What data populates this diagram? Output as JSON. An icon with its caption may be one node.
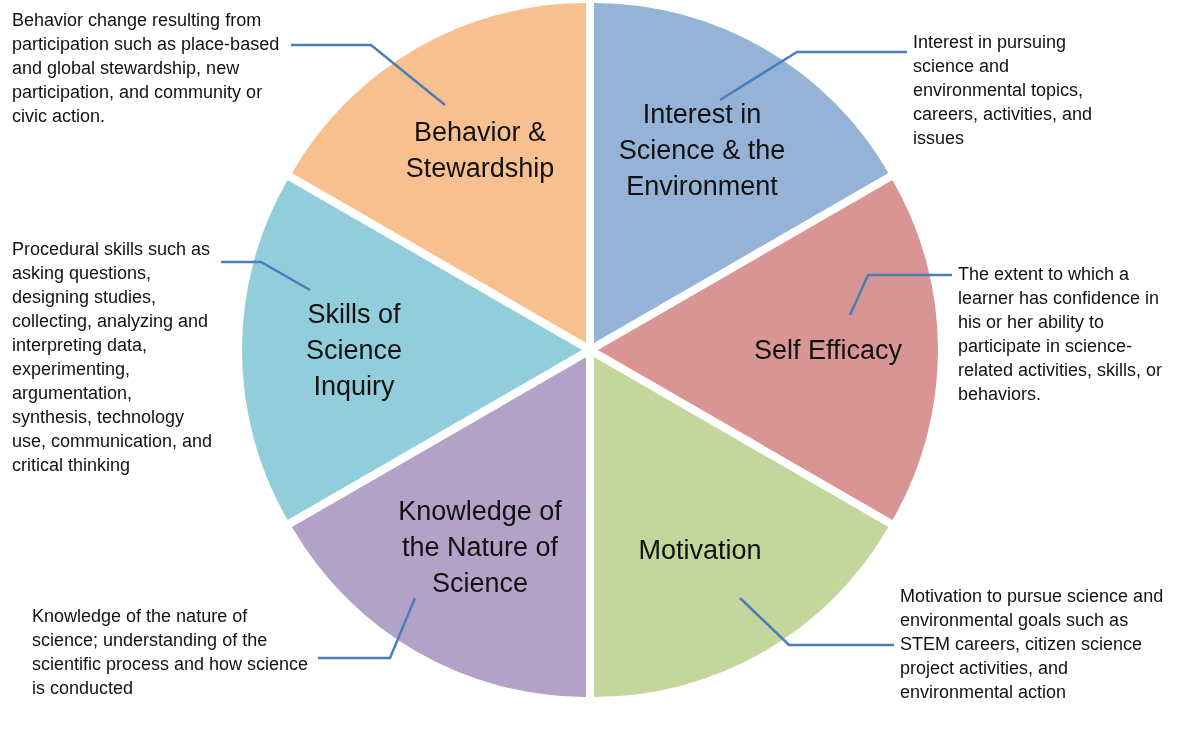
{
  "diagram": {
    "nodes": [
      {
        "text": [
          "Behavior & Stewardship"
        ]
      },
      {
        "text": [
          "Interest in Science & the Environment"
        ]
      },
      {
        "text": [
          "Self Efficacy"
        ]
      },
      {
        "text": [
          "Motivation"
        ]
      },
      {
        "text": [
          "Knowledge of the Nature of Science"
        ]
      },
      {
        "text": [
          "Skills of Science Inquiry"
        ]
      },
      {
        "text": [
          "Behavior change resulting from participation such as place-based and global stewardship, new participation, and community or civic action."
        ]
      },
      {
        "text": [
          "Interest in pursuing science and environmental topics, careers, activities, and issues"
        ]
      },
      {
        "text": [
          "The extent to which a learner has confidence in his or her ability to participate in science-related activities, skills, or behaviors."
        ]
      },
      {
        "text": [
          "Motivation to pursue science and environmental goals such as STEM careers, citizen science project activities, and environmental action"
        ]
      },
      {
        "text": [
          "Knowledge of the nature of science; understanding of the scientific process and how science is conducted"
        ]
      },
      {
        "text": [
          "Procedural skills such as asking questions, designing studies, collecting, analyzing and interpreting data, experimenting, argumentation, synthesis, technology use, communication, and critical thinking"
        ]
      }
    ],
    "edges": [
      {
        "from": 6,
        "to": 0,
        "arrow": "none"
      },
      {
        "from": 7,
        "to": 1,
        "arrow": "none"
      },
      {
        "from": 8,
        "to": 2,
        "arrow": "none"
      },
      {
        "from": 9,
        "to": 3,
        "arrow": "none"
      },
      {
        "from": 10,
        "to": 4,
        "arrow": "none"
      },
      {
        "from": 11,
        "to": 5,
        "arrow": "none"
      }
    ]
  }
}
